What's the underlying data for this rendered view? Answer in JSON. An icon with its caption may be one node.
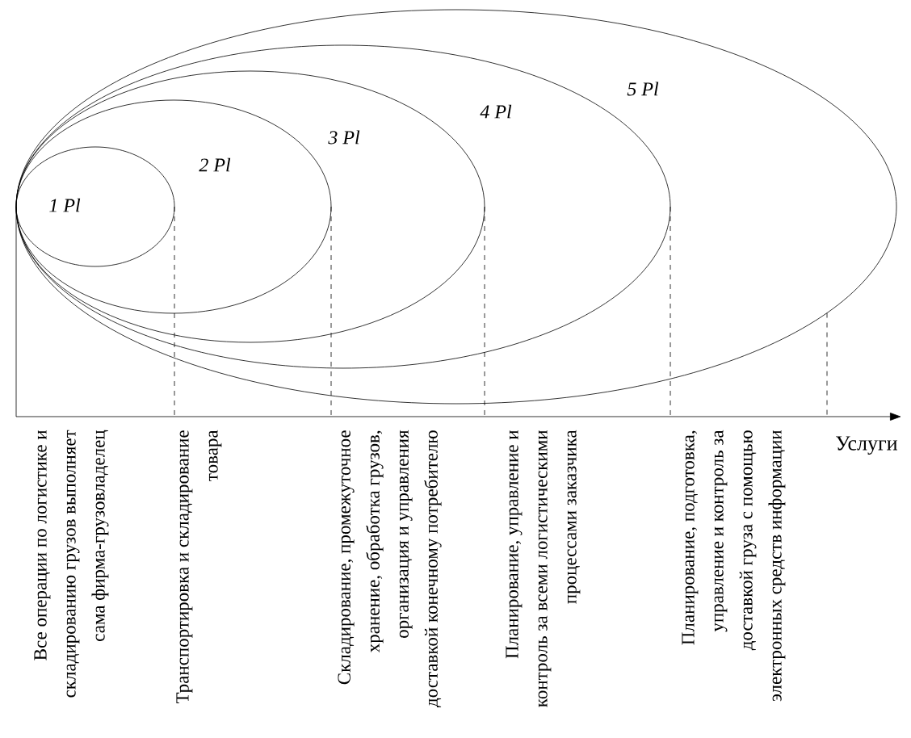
{
  "diagram": {
    "nodes": [
      {
        "text": [
          "5 Pl"
        ]
      },
      {
        "text": [
          "4 Pl"
        ],
        "in": 0
      },
      {
        "text": [
          "3 Pl"
        ],
        "in": 1
      },
      {
        "text": [
          "2 Pl"
        ],
        "in": 2
      },
      {
        "text": [
          "1 Pl"
        ],
        "in": 3
      }
    ],
    "labels": [
      "Все операции по логистике и складированию грузов выполняет сама фирма-грузовладелец",
      "Транспортировка и складирование товара",
      "Складирование, промежуточное хранение, обработка грузов, организация и управления доставкой конечному потребителю",
      "Планирование, управление и контроль за всеми логистическими процессами заказчика",
      "Планирование, подготовка, управление и контроль за доставкой груза с помощью электронных средств информации",
      "Услуги"
    ]
  }
}
